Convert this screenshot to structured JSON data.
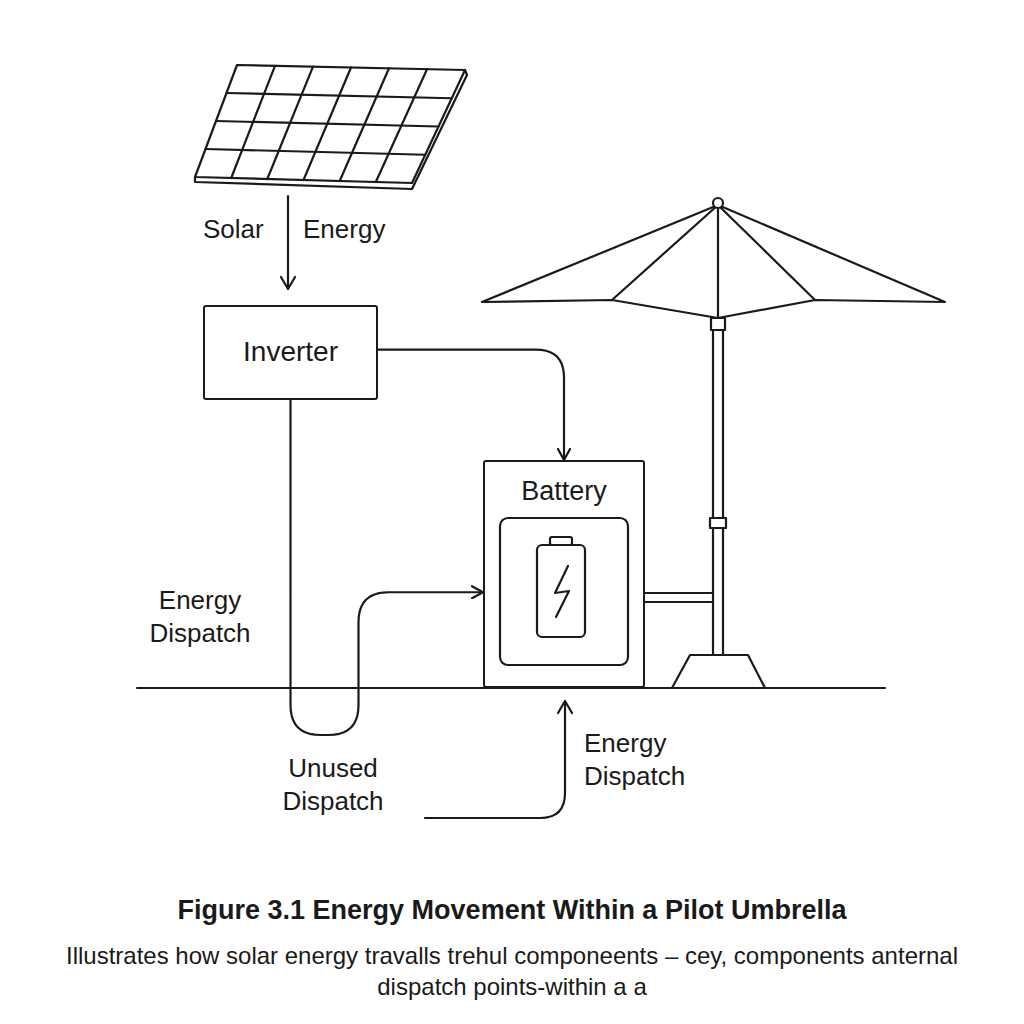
{
  "diagram": {
    "caption": "Figure 3.1 Energy Movement Within a Pilot Umbrella",
    "nodes": [
      {
        "text": [
          "Inverter"
        ]
      },
      {
        "text": [
          "Battery"
        ]
      }
    ],
    "edges": [
      {
        "from": 0,
        "to": 1,
        "arrow": "to"
      },
      {
        "from": 0,
        "to": 1,
        "arrow": "to"
      }
    ],
    "labels": [
      "Solar",
      "Energy",
      "Energy Dispatch",
      "Unused Dispatch",
      "Energy Dispatch",
      "Illustrates how solar energy travalls trehul componeents – cey, components anternal dispatch points-within a a"
    ]
  }
}
